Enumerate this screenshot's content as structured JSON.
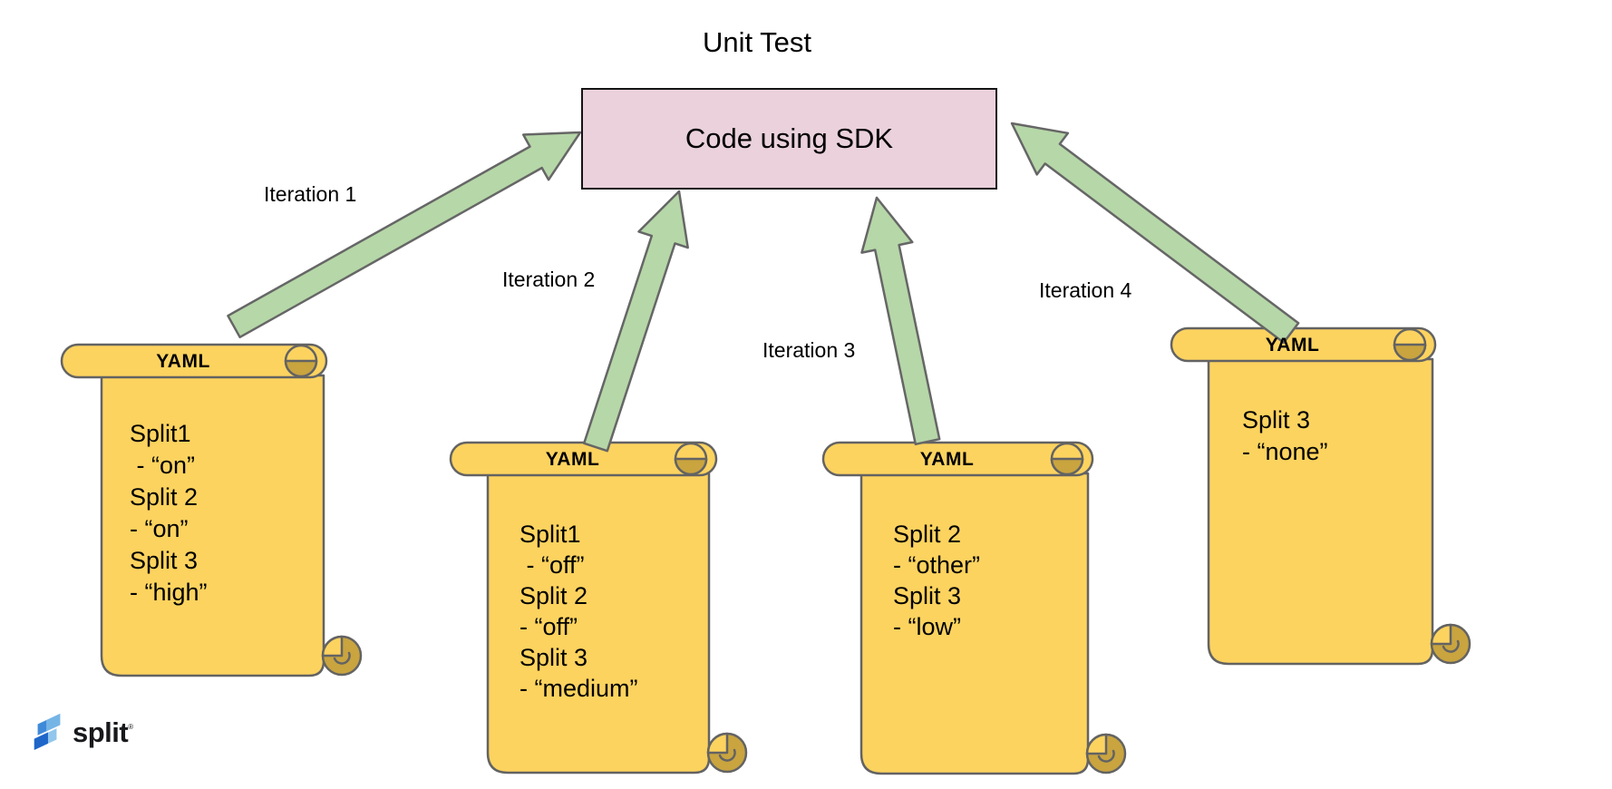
{
  "title": "Unit Test",
  "sdk_box": {
    "label": "Code using SDK"
  },
  "iterations": [
    {
      "label": "Iteration 1"
    },
    {
      "label": "Iteration 2"
    },
    {
      "label": "Iteration 3"
    },
    {
      "label": "Iteration 4"
    }
  ],
  "scrolls": [
    {
      "header": "YAML",
      "lines": [
        "Split1",
        " - “on”",
        "Split 2",
        "- “on”",
        "Split 3",
        "- “high”"
      ]
    },
    {
      "header": "YAML",
      "lines": [
        "Split1",
        " - “off”",
        "Split 2",
        "- “off”",
        "Split 3",
        "- “medium”"
      ]
    },
    {
      "header": "YAML",
      "lines": [
        "Split 2",
        "- “other”",
        "Split 3",
        "- “low”"
      ]
    },
    {
      "header": "YAML",
      "lines": [
        "Split 3",
        "- “none”"
      ]
    }
  ],
  "logo": {
    "text": "split",
    "mark": "®"
  },
  "colors": {
    "scroll_fill": "#fcd35f",
    "scroll_curl": "#c9a43f",
    "scroll_outline": "#636363",
    "arrow_fill": "#b6d7a8",
    "arrow_outline": "#666666",
    "box_fill": "#ead1dc",
    "box_border": "#141414",
    "text": "#000000",
    "logo_dark": "#1e66c8",
    "logo_mid": "#3f8ad8",
    "logo_light": "#7fbce9"
  }
}
